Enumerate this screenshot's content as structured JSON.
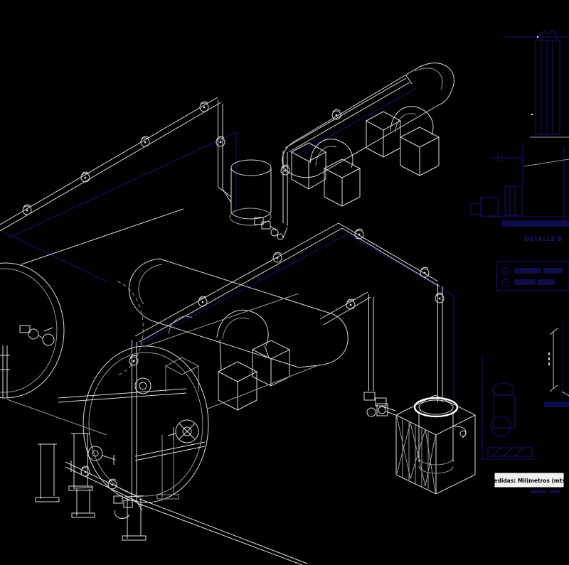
{
  "drawing": {
    "detail_label": "DETALLE B",
    "units_label": "Medidas: Milimetros (mts.)",
    "background_color": "#000000",
    "line_colors": {
      "primary": "#dcdcdc",
      "secondary": "#9a9a9a",
      "ghost_navy": "#0d0d4a",
      "label_background": "#f0f0f0",
      "label_text": "#000000"
    },
    "legend_row_count": 2
  }
}
